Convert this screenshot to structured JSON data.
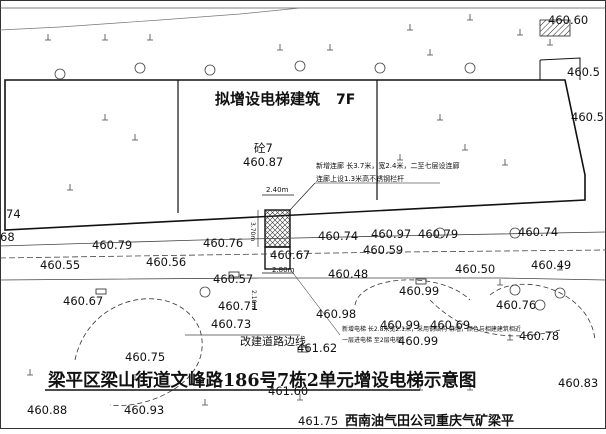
{
  "building": {
    "title": "拟增设电梯建筑",
    "floors": "7F",
    "material": "砼7",
    "elevation": "460.87"
  },
  "notes": {
    "corridor_line1": "新增连廊 长3.7米，宽2.4米，二至七层设连廊",
    "corridor_line2": "连廊上设1.3米高不锈钢栏杆",
    "elevator_line1": "新增电梯 长2.8米宽2.1米，采用钢结构 幕墙，颜色与相建建筑相近",
    "elevator_line2": "一层进电梯 至2层电梯"
  },
  "dims": {
    "top_width": "2.40m",
    "side_length": "3.70m",
    "elev_width": "2.80m",
    "elev_depth": "2.10m"
  },
  "road_label": "改建道路边线",
  "banner": "梁平区梁山街道文峰路186号7栋2单元增设电梯示意图",
  "company": "西南油气田公司重庆气矿梁平",
  "elevations": [
    "460.60",
    "460.5",
    "460.5",
    "74",
    "68",
    "460.79",
    "460.76",
    "460.74",
    "460.97",
    "460.79",
    "460.74",
    "460.59",
    "460.55",
    "460.56",
    "460.67",
    "460.57",
    "460.48",
    "460.50",
    "460.49",
    "460.67",
    "460.71",
    "460.99",
    "460.76",
    "460.73",
    "460.98",
    "460.99",
    "460.69",
    "460.78",
    "460.75",
    "461.62",
    "460.99",
    "460.83",
    "460.88",
    "460.93",
    "461.60",
    "461.75"
  ]
}
